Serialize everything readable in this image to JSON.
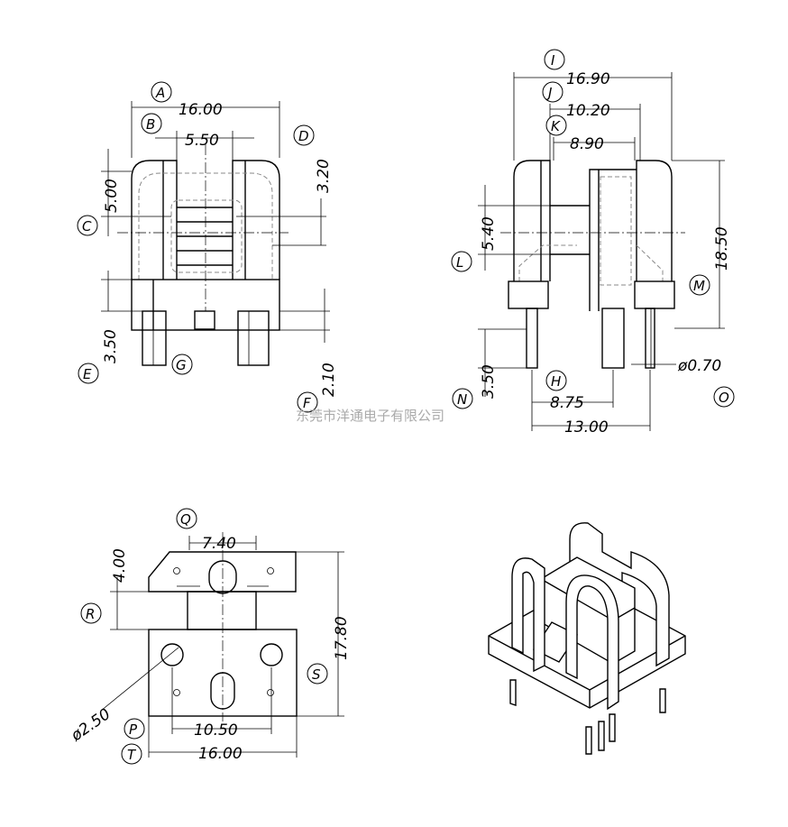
{
  "dimensions": {
    "A": "16.00",
    "B": "5.50",
    "C": "5.00",
    "D": "3.20",
    "E": "3.50",
    "F": "2.10",
    "I": "16.90",
    "J": "10.20",
    "K": "8.90",
    "L": "5.40",
    "M": "18.50",
    "N": "3.50",
    "H": "8.75",
    "O": "ø0.70",
    "bottom_13": "13.00",
    "Q": "7.40",
    "R": "4.00",
    "S": "17.80",
    "P": "10.50",
    "T": "16.00",
    "hole": "ø2.50"
  },
  "labels": [
    "A",
    "B",
    "C",
    "D",
    "E",
    "F",
    "G",
    "H",
    "I",
    "J",
    "K",
    "L",
    "M",
    "N",
    "O",
    "P",
    "Q",
    "R",
    "S",
    "T"
  ],
  "watermark": "东莞市洋通电子有限公司"
}
